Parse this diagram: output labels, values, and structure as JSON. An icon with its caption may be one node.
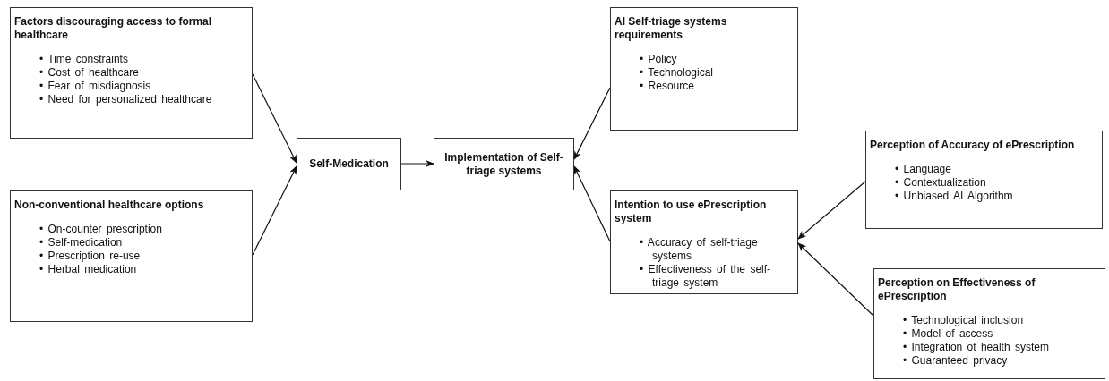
{
  "diagram": {
    "nodes": [
      {
        "text": [
          "Factors discouraging access to formal healthcare",
          "• Time constraints",
          "• Cost of healthcare",
          "• Fear of misdiagnosis",
          "• Need for personalized healthcare"
        ]
      },
      {
        "text": [
          "Non-conventional healthcare options",
          "• On-counter prescription",
          "• Self-medication",
          "• Prescription re-use",
          "• Herbal medication"
        ]
      },
      {
        "text": [
          "Self-Medication"
        ]
      },
      {
        "text": [
          "Implementation of Self-triage systems"
        ]
      },
      {
        "text": [
          "AI Self-triage systems requirements",
          "• Policy",
          "• Technological",
          "• Resource"
        ]
      },
      {
        "text": [
          "Intention to use ePrescription system",
          "• Accuracy of self-triage systems",
          "• Effectiveness of the self-triage system"
        ]
      },
      {
        "text": [
          "Perception of Accuracy of ePrescription",
          "• Language",
          "• Contextualization",
          "• Unbiased AI Algorithm"
        ]
      },
      {
        "text": [
          "Perception on Effectiveness of ePrescription",
          "• Technological inclusion",
          "• Model of access",
          "• Integration ot health system",
          "• Guaranteed privacy"
        ]
      }
    ],
    "edges": [
      {
        "from": 0,
        "to": 2,
        "arrow": "to"
      },
      {
        "from": 1,
        "to": 2,
        "arrow": "to"
      },
      {
        "from": 2,
        "to": 3,
        "arrow": "to"
      },
      {
        "from": 4,
        "to": 3,
        "arrow": "to"
      },
      {
        "from": 5,
        "to": 3,
        "arrow": "to"
      },
      {
        "from": 6,
        "to": 5,
        "arrow": "to"
      },
      {
        "from": 7,
        "to": 5,
        "arrow": "to"
      }
    ]
  }
}
